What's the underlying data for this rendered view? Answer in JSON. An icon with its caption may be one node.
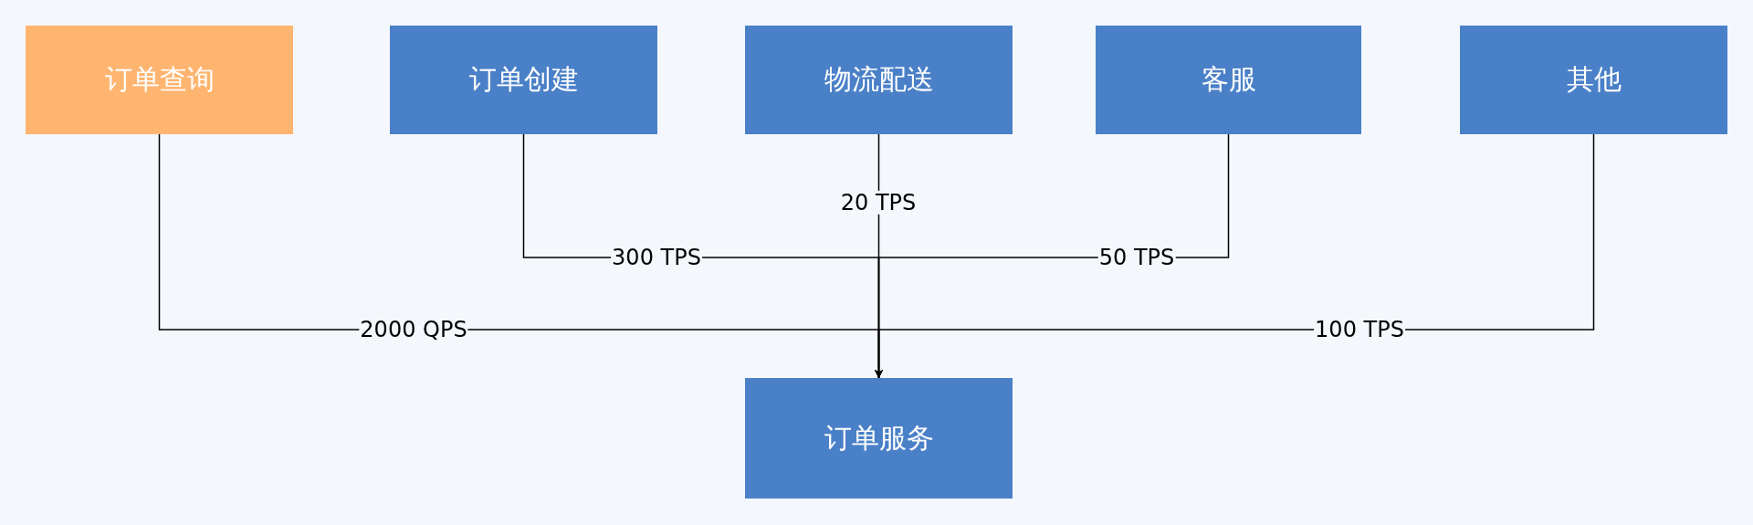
{
  "diagram": {
    "nodes": [
      {
        "text": [
          "订单查询"
        ]
      },
      {
        "text": [
          "订单创建"
        ]
      },
      {
        "text": [
          "物流配送"
        ]
      },
      {
        "text": [
          "客服"
        ]
      },
      {
        "text": [
          "其他"
        ]
      },
      {
        "text": [
          "订单服务"
        ]
      }
    ],
    "edges": [
      {
        "from": 0,
        "to": 5,
        "arrow": "to",
        "label": "2000 QPS"
      },
      {
        "from": 1,
        "to": 5,
        "arrow": "to",
        "label": "300 TPS"
      },
      {
        "from": 2,
        "to": 5,
        "arrow": "to",
        "label": "20 TPS"
      },
      {
        "from": 3,
        "to": 5,
        "arrow": "to",
        "label": "50 TPS"
      },
      {
        "from": 4,
        "to": 5,
        "arrow": "to",
        "label": "100 TPS"
      }
    ]
  }
}
